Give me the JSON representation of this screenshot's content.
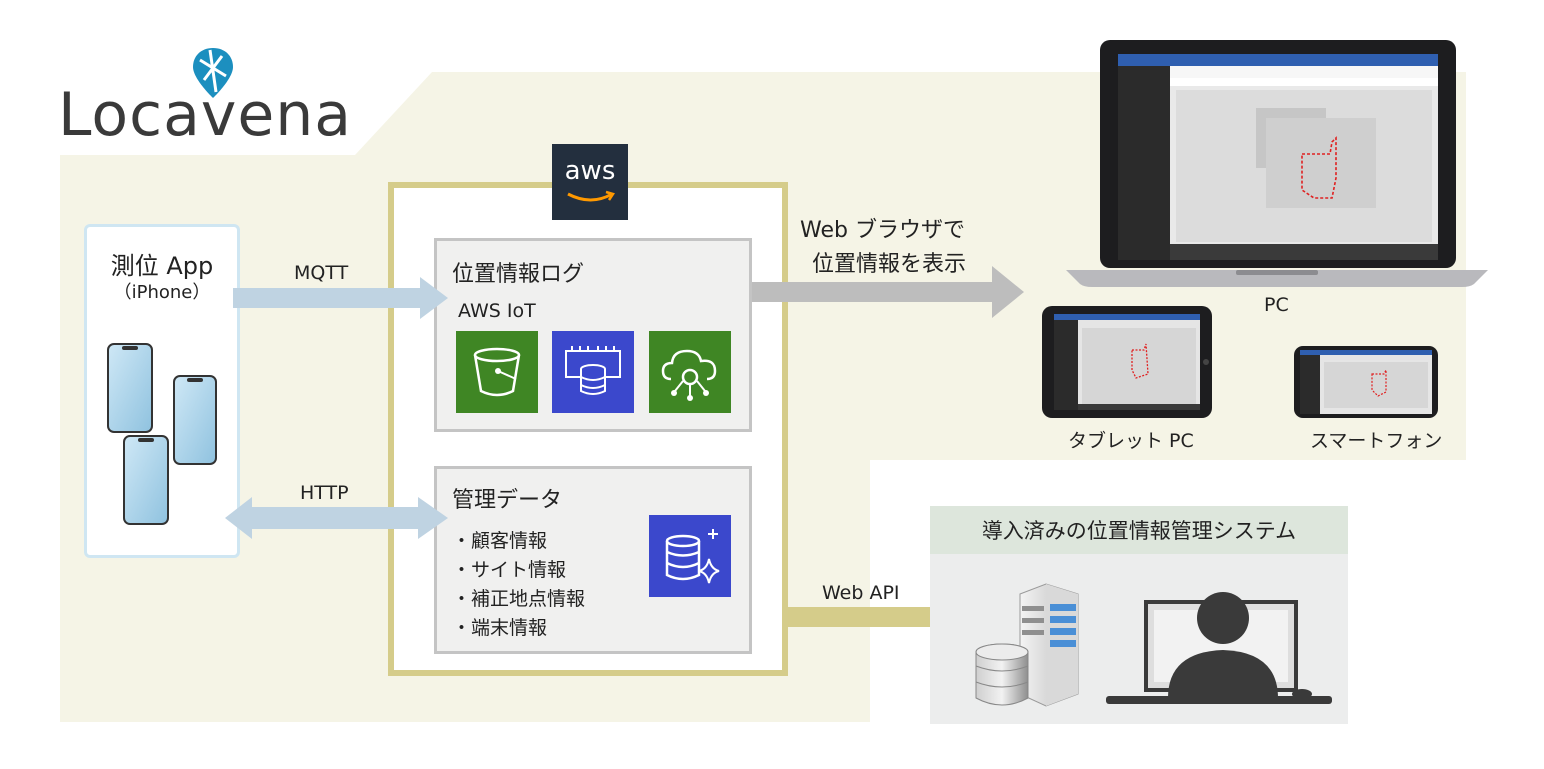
{
  "logo": {
    "text": "Locavena"
  },
  "aws": {
    "badge_text": "aws"
  },
  "app": {
    "title": "測位 App",
    "subtitle": "（iPhone）"
  },
  "arrows": {
    "mqtt": "MQTT",
    "http": "HTTP",
    "web_browser_line1": "Web ブラウザで",
    "web_browser_line2": "位置情報を表示",
    "web_api": "Web API"
  },
  "log_panel": {
    "title": "位置情報ログ",
    "subtitle": "AWS IoT"
  },
  "mgmt_panel": {
    "title": "管理データ",
    "items": [
      "・顧客情報",
      "・サイト情報",
      "・補正地点情報",
      "・端末情報"
    ]
  },
  "devices": {
    "pc": "PC",
    "tablet": "タブレット PC",
    "phone": "スマートフォン"
  },
  "legacy": {
    "title": "導入済みの位置情報管理システム"
  },
  "colors": {
    "cream": "#f5f4e6",
    "aws_dark": "#232f3e",
    "green": "#3f8624",
    "blue": "#3b48cc",
    "arrow_blue": "#bfd3e2",
    "arrow_gray": "#bdbdbd",
    "arrow_olive": "#d5cc8a",
    "box_border": "#d5cc8a"
  }
}
